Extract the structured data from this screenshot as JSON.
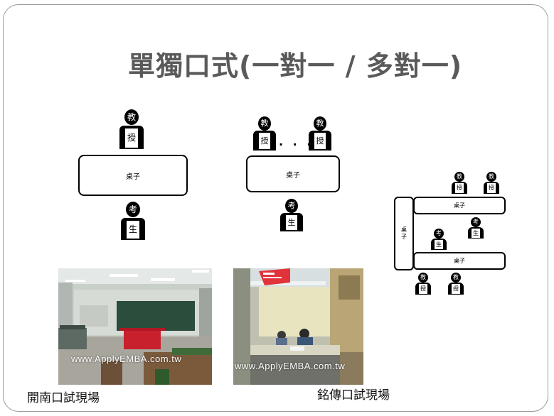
{
  "title": "單獨口式(一對一 / 多對一)",
  "diagram": {
    "desk_label": "桌子",
    "desk_label_vertical": "桌\n子",
    "professor_chars": [
      "教",
      "授"
    ],
    "examinee_chars": [
      "考",
      "生"
    ],
    "ellipsis": ". . ."
  },
  "photos": [
    {
      "caption": "開南口試現場",
      "watermark": "www.ApplyEMBA.com.tw"
    },
    {
      "caption": "銘傳口試現場",
      "watermark": "www.ApplyEMBA.com.tw"
    }
  ]
}
